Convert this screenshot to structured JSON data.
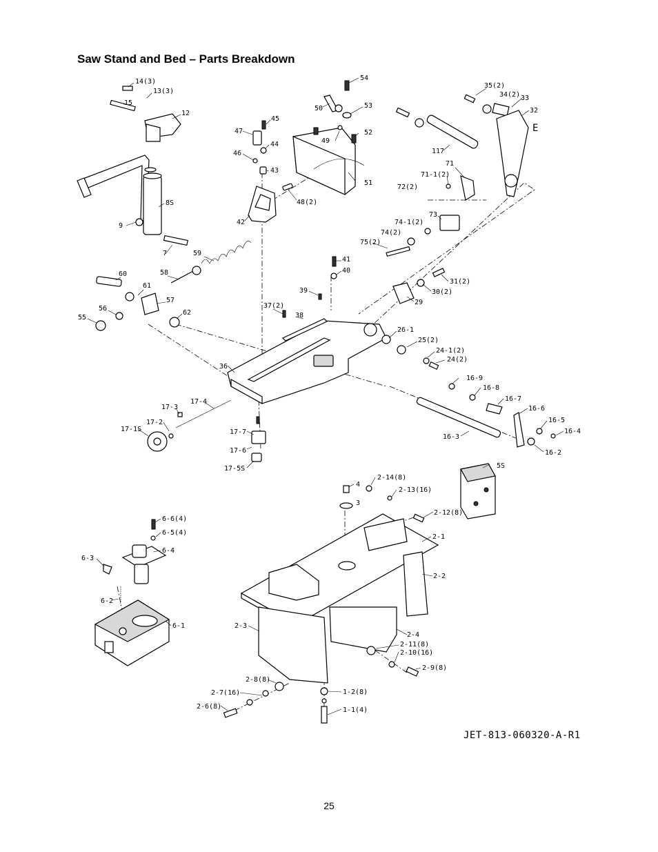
{
  "title": "Saw Stand and Bed – Parts Breakdown",
  "drawing_code": "JET-813-060320-A-R1",
  "page_number": "25",
  "callouts": [
    {
      "id": "c-14",
      "label": "14(3)"
    },
    {
      "id": "c-13",
      "label": "13(3)"
    },
    {
      "id": "c-15",
      "label": "15"
    },
    {
      "id": "c-12",
      "label": "12"
    },
    {
      "id": "c-8s",
      "label": "8S"
    },
    {
      "id": "c-9",
      "label": "9"
    },
    {
      "id": "c-7",
      "label": "7"
    },
    {
      "id": "c-47",
      "label": "47"
    },
    {
      "id": "c-45",
      "label": "45"
    },
    {
      "id": "c-46",
      "label": "46"
    },
    {
      "id": "c-44",
      "label": "44"
    },
    {
      "id": "c-43",
      "label": "43"
    },
    {
      "id": "c-42",
      "label": "42"
    },
    {
      "id": "c-48",
      "label": "48(2)"
    },
    {
      "id": "c-54",
      "label": "54"
    },
    {
      "id": "c-50",
      "label": "50"
    },
    {
      "id": "c-53",
      "label": "53"
    },
    {
      "id": "c-49",
      "label": "49"
    },
    {
      "id": "c-52",
      "label": "52"
    },
    {
      "id": "c-51",
      "label": "51"
    },
    {
      "id": "c-35",
      "label": "35(2)"
    },
    {
      "id": "c-34",
      "label": "34(2)"
    },
    {
      "id": "c-33",
      "label": "33"
    },
    {
      "id": "c-32",
      "label": "32"
    },
    {
      "id": "c-e",
      "label": "E"
    },
    {
      "id": "c-117",
      "label": "117"
    },
    {
      "id": "c-71",
      "label": "71"
    },
    {
      "id": "c-71-1",
      "label": "71-1(2)"
    },
    {
      "id": "c-72",
      "label": "72(2)"
    },
    {
      "id": "c-73",
      "label": "73"
    },
    {
      "id": "c-74-1",
      "label": "74-1(2)"
    },
    {
      "id": "c-74",
      "label": "74(2)"
    },
    {
      "id": "c-75",
      "label": "75(2)"
    },
    {
      "id": "c-59",
      "label": "59"
    },
    {
      "id": "c-60",
      "label": "60"
    },
    {
      "id": "c-58",
      "label": "58"
    },
    {
      "id": "c-61",
      "label": "61"
    },
    {
      "id": "c-57",
      "label": "57"
    },
    {
      "id": "c-56",
      "label": "56"
    },
    {
      "id": "c-55",
      "label": "55"
    },
    {
      "id": "c-62",
      "label": "62"
    },
    {
      "id": "c-41",
      "label": "41"
    },
    {
      "id": "c-40",
      "label": "40"
    },
    {
      "id": "c-39",
      "label": "39"
    },
    {
      "id": "c-37",
      "label": "37(2)"
    },
    {
      "id": "c-38",
      "label": "38"
    },
    {
      "id": "c-31",
      "label": "31(2)"
    },
    {
      "id": "c-30",
      "label": "30(2)"
    },
    {
      "id": "c-29",
      "label": "29"
    },
    {
      "id": "c-26-1",
      "label": "26-1"
    },
    {
      "id": "c-25",
      "label": "25(2)"
    },
    {
      "id": "c-24-1",
      "label": "24-1(2)"
    },
    {
      "id": "c-24",
      "label": "24(2)"
    },
    {
      "id": "c-36",
      "label": "36"
    },
    {
      "id": "c-17-3",
      "label": "17-3"
    },
    {
      "id": "c-17-4",
      "label": "17-4"
    },
    {
      "id": "c-17-2",
      "label": "17-2"
    },
    {
      "id": "c-17-1s",
      "label": "17-1S"
    },
    {
      "id": "c-17-7",
      "label": "17-7"
    },
    {
      "id": "c-17-6",
      "label": "17-6"
    },
    {
      "id": "c-17-5s",
      "label": "17-5S"
    },
    {
      "id": "c-16-9",
      "label": "16-9"
    },
    {
      "id": "c-16-8",
      "label": "16-8"
    },
    {
      "id": "c-16-7",
      "label": "16-7"
    },
    {
      "id": "c-16-6",
      "label": "16-6"
    },
    {
      "id": "c-16-5",
      "label": "16-5"
    },
    {
      "id": "c-16-4",
      "label": "16-4"
    },
    {
      "id": "c-16-3",
      "label": "16-3"
    },
    {
      "id": "c-16-2",
      "label": "16-2"
    },
    {
      "id": "c-5s",
      "label": "5S"
    },
    {
      "id": "c-4",
      "label": "4"
    },
    {
      "id": "c-2-14",
      "label": "2-14(8)"
    },
    {
      "id": "c-2-13",
      "label": "2-13(16)"
    },
    {
      "id": "c-3",
      "label": "3"
    },
    {
      "id": "c-2-12",
      "label": "2-12(8)"
    },
    {
      "id": "c-2-1",
      "label": "2-1"
    },
    {
      "id": "c-2-2",
      "label": "2-2"
    },
    {
      "id": "c-6-6",
      "label": "6-6(4)"
    },
    {
      "id": "c-6-5",
      "label": "6-5(4)"
    },
    {
      "id": "c-6-4",
      "label": "6-4"
    },
    {
      "id": "c-6-3",
      "label": "6-3"
    },
    {
      "id": "c-6-2",
      "label": "6-2"
    },
    {
      "id": "c-6-1",
      "label": "6-1"
    },
    {
      "id": "c-2-3",
      "label": "2-3"
    },
    {
      "id": "c-2-4",
      "label": "2-4"
    },
    {
      "id": "c-2-11",
      "label": "2-11(8)"
    },
    {
      "id": "c-2-10",
      "label": "2-10(16)"
    },
    {
      "id": "c-2-9",
      "label": "2-9(8)"
    },
    {
      "id": "c-2-8",
      "label": "2-8(8)"
    },
    {
      "id": "c-2-7",
      "label": "2-7(16)"
    },
    {
      "id": "c-2-6",
      "label": "2-6(8)"
    },
    {
      "id": "c-1-2",
      "label": "1-2(8)"
    },
    {
      "id": "c-1-1",
      "label": "1-1(4)"
    }
  ]
}
